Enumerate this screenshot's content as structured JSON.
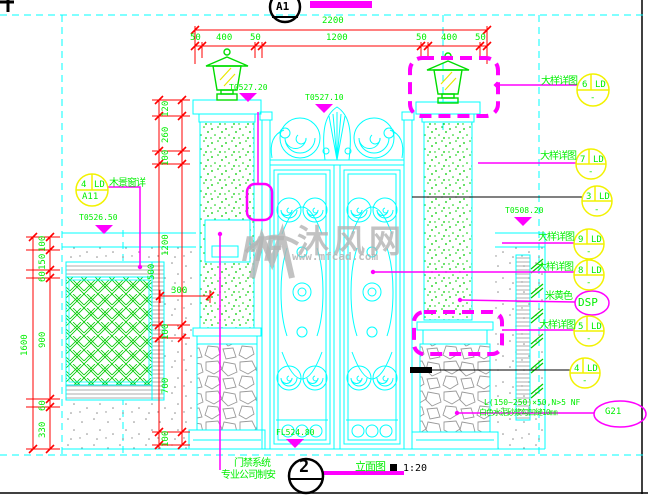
{
  "drawing": {
    "ref_bubble_top": "A1",
    "title": {
      "bubble_num": "2",
      "name": "立面图",
      "scale": "1:20"
    },
    "watermark": {
      "logo": "MF",
      "site": "沐风网",
      "url": "www.mfcad.com"
    }
  },
  "colors": {
    "line_cyan": "#00ffff",
    "dim_red": "#ff0000",
    "text_green": "#00ef00",
    "leader_magenta": "#ff00ff",
    "bubble_yellow": "#ffff00",
    "watermark_gray": "#b4b4b4"
  },
  "dims": {
    "top": {
      "total": "2200",
      "segments": [
        "50",
        "400",
        "50",
        "1200",
        "50",
        "400",
        "50"
      ]
    },
    "left": {
      "total": "1600",
      "chain": [
        "100",
        "150",
        "60",
        "900",
        "60",
        "330"
      ]
    },
    "mid": {
      "chain": [
        "120",
        "260",
        "100",
        "1200",
        "100",
        "700",
        "100"
      ],
      "extra": "500",
      "keypad": "300"
    }
  },
  "levels": {
    "left_pillar_top": "T0527.20",
    "gate_top": "T0527.10",
    "left_wall_top": "T0526.50",
    "right_wall_top": "T0508.20",
    "floor": "FL524.80"
  },
  "callouts": {
    "window": {
      "num": "4",
      "type": "LD",
      "sheet": "A11",
      "note": "木景窗详"
    },
    "c6": {
      "note": "大样详图",
      "num": "6",
      "type": "LD",
      "sheet": "-"
    },
    "c7": {
      "note": "大样详图",
      "num": "7",
      "type": "LD",
      "sheet": "-"
    },
    "c3": {
      "num": "3",
      "type": "LD",
      "sheet": "-"
    },
    "c9": {
      "note": "大样详图",
      "num": "9",
      "type": "LD",
      "sheet": "-"
    },
    "c8": {
      "note": "大样详图",
      "num": "8",
      "type": "LD",
      "sheet": "-"
    },
    "c5": {
      "note": "大样详图",
      "num": "5",
      "type": "LD",
      "sheet": "-"
    },
    "c4": {
      "num": "4",
      "type": "LD",
      "sheet": "-"
    },
    "beige": {
      "label": "米黄色",
      "tag": "DSP"
    },
    "stone": {
      "line1": "L(150~250)×50,N>5 NF",
      "line2": "白色水泥砂浆勾凹缝10㎜",
      "tag": "G21"
    },
    "access": {
      "line1": "门禁系统",
      "line2": "专业公司制安"
    }
  }
}
